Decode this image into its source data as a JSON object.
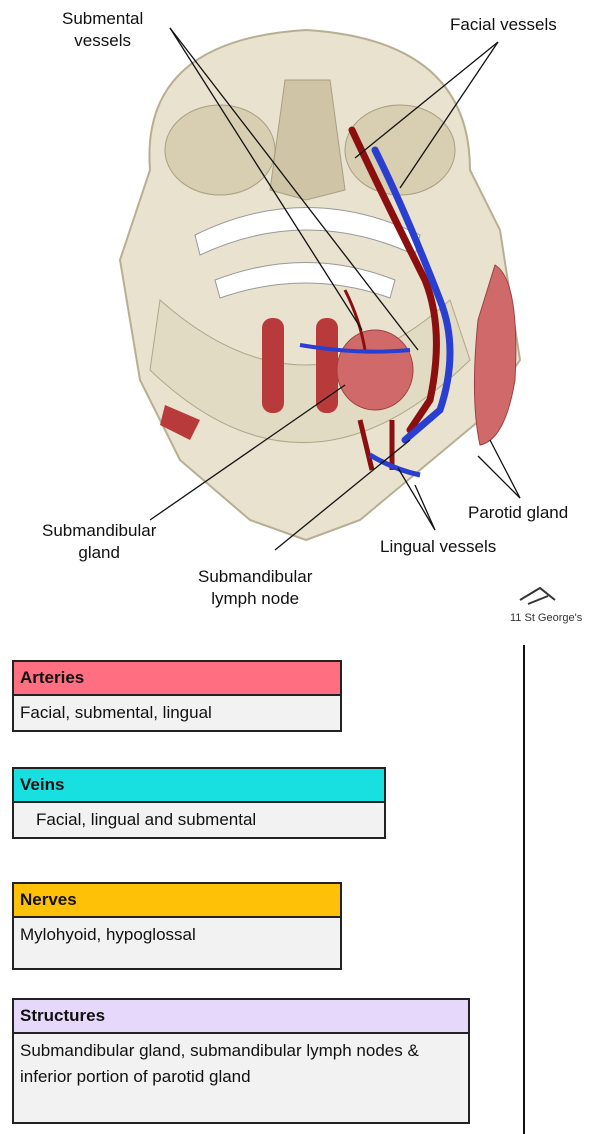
{
  "labels": {
    "submental_vessels": [
      "Submental",
      "vessels"
    ],
    "facial_vessels": "Facial vessels",
    "submandibular_gland": [
      "Submandibular",
      "gland"
    ],
    "submandibular_lymph_node": [
      "Submandibular",
      "lymph node"
    ],
    "lingual_vessels": "Lingual vessels",
    "parotid_gland": "Parotid gland"
  },
  "slide_number": "11",
  "logo_text": "St George's",
  "cards": [
    {
      "key": "arteries",
      "title": "Arteries",
      "body": "Facial, submental, lingual",
      "color": "#ff6f81"
    },
    {
      "key": "veins",
      "title": "Veins",
      "body": "Facial, lingual and submental",
      "color": "#18e0e0"
    },
    {
      "key": "nerves",
      "title": "Nerves",
      "body": "Mylohyoid, hypoglossal",
      "color": "#ffc107"
    },
    {
      "key": "structures",
      "title": "Structures",
      "body": "Submandibular gland, submandibular lymph nodes & inferior portion of parotid gland",
      "color": "#e6d8fb"
    }
  ],
  "colors": {
    "artery": "#8b0f0f",
    "vein": "#2a3fd0",
    "muscle": "#b83a3a",
    "gland": "#d06a6a",
    "bone": "#e8e2cf"
  }
}
